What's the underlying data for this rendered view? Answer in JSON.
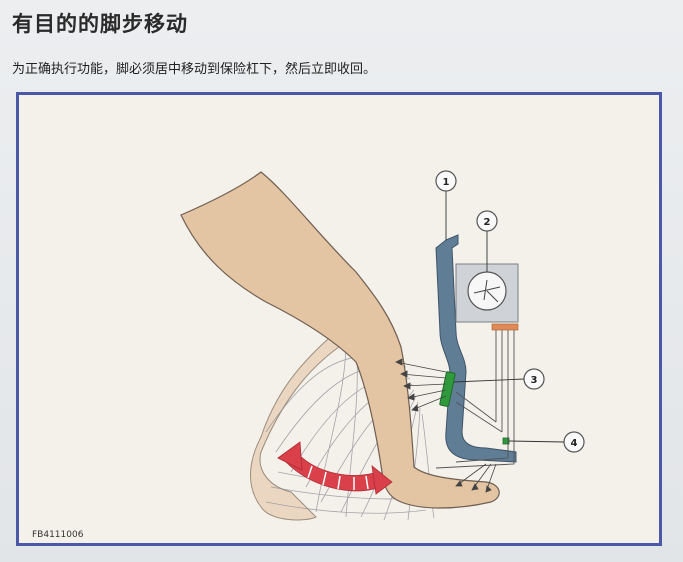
{
  "header": {
    "title": "有目的的脚步移动",
    "subtitle": "为正确执行功能，脚必须居中移动到保险杠下，然后立即收回。"
  },
  "figure": {
    "code": "FB4111006",
    "callouts": [
      "1",
      "2",
      "3",
      "4"
    ]
  },
  "colors": {
    "frame": "#4b58a8",
    "skin": "#e4c7a8",
    "bumper": "#5f7d95",
    "sensor_green": "#2f9a3c",
    "arrow_red": "#d9404a",
    "connector_orange": "#e08a55"
  },
  "icons": {
    "leg": "leg-silhouette",
    "bumper": "bumper-profile",
    "control_unit": "control-unit-box",
    "sensor": "sensor-strip",
    "motion_arrow": "curved-double-arrow"
  }
}
